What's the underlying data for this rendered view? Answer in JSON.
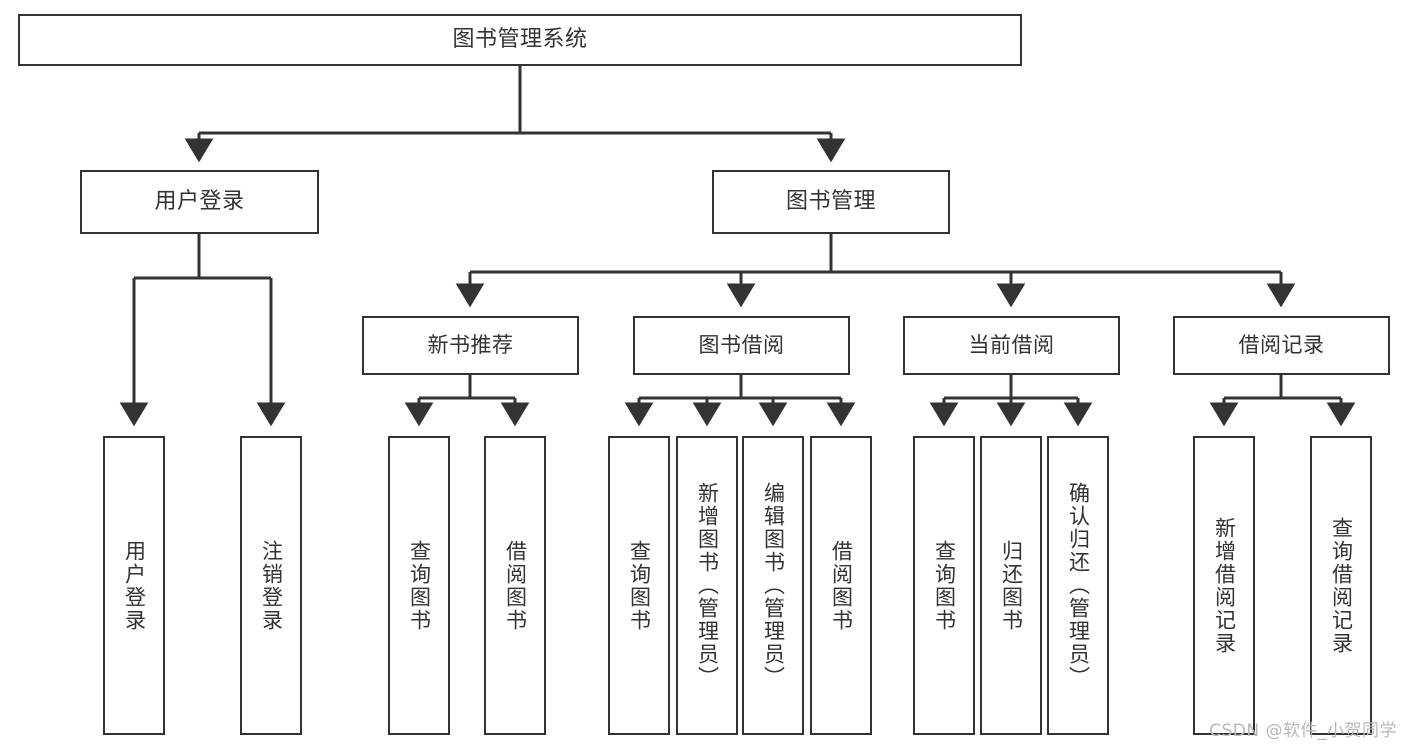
{
  "diagram": {
    "type": "tree-hierarchy",
    "title": "图书管理系统",
    "root": {
      "id": "system",
      "label": "图书管理系统",
      "level": 1
    },
    "nodes": [
      {
        "id": "user-login",
        "label": "用户登录",
        "level": 2,
        "parent": "system"
      },
      {
        "id": "book-manage",
        "label": "图书管理",
        "level": 2,
        "parent": "system"
      },
      {
        "id": "new-book-rec",
        "label": "新书推荐",
        "level": 3,
        "parent": "book-manage"
      },
      {
        "id": "book-borrow",
        "label": "图书借阅",
        "level": 3,
        "parent": "book-manage"
      },
      {
        "id": "current-borrow",
        "label": "当前借阅",
        "level": 3,
        "parent": "book-manage"
      },
      {
        "id": "borrow-record",
        "label": "借阅记录",
        "level": 3,
        "parent": "book-manage"
      },
      {
        "id": "leaf-user-login",
        "label": "用户登录",
        "level": 4,
        "parent": "user-login"
      },
      {
        "id": "leaf-logout",
        "label": "注销登录",
        "level": 4,
        "parent": "user-login"
      },
      {
        "id": "leaf-query-book-1",
        "label": "查询图书",
        "level": 4,
        "parent": "new-book-rec"
      },
      {
        "id": "leaf-borrow-book-1",
        "label": "借阅图书",
        "level": 4,
        "parent": "new-book-rec"
      },
      {
        "id": "leaf-query-book-2",
        "label": "查询图书",
        "level": 4,
        "parent": "book-borrow"
      },
      {
        "id": "leaf-add-book",
        "label": "新增图书（管理员）",
        "level": 4,
        "parent": "book-borrow"
      },
      {
        "id": "leaf-edit-book",
        "label": "编辑图书（管理员）",
        "level": 4,
        "parent": "book-borrow"
      },
      {
        "id": "leaf-borrow-book-2",
        "label": "借阅图书",
        "level": 4,
        "parent": "book-borrow"
      },
      {
        "id": "leaf-query-book-3",
        "label": "查询图书",
        "level": 4,
        "parent": "current-borrow"
      },
      {
        "id": "leaf-return-book",
        "label": "归还图书",
        "level": 4,
        "parent": "current-borrow"
      },
      {
        "id": "leaf-confirm-return",
        "label": "确认归还（管理员）",
        "level": 4,
        "parent": "current-borrow"
      },
      {
        "id": "leaf-add-record",
        "label": "新增借阅记录",
        "level": 4,
        "parent": "borrow-record"
      },
      {
        "id": "leaf-query-record",
        "label": "查询借阅记录",
        "level": 4,
        "parent": "borrow-record"
      }
    ]
  },
  "watermark": {
    "text": "CSDN @软件_小贺同学"
  },
  "colors": {
    "stroke": "#333333",
    "background": "#ffffff",
    "text": "#333333",
    "watermark": "#b8b8b8"
  }
}
